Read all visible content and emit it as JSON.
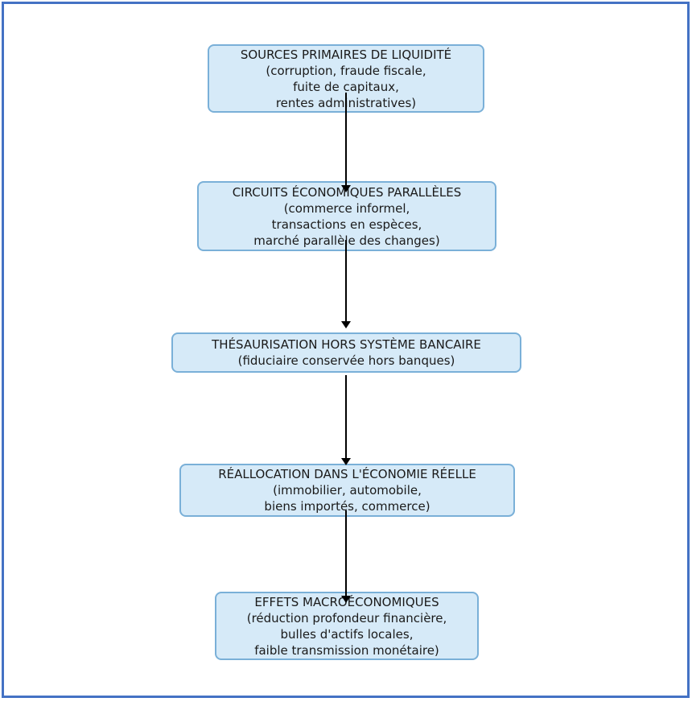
{
  "diagram": {
    "colors": {
      "frame_border": "#4472C4",
      "box_fill": "#D6EAF8",
      "box_border": "#7AB0D8",
      "arrow_color": "#000000",
      "text_color": "#1A1A1A"
    },
    "nodes": [
      {
        "title": "SOURCES PRIMAIRES DE LIQUIDITÉ",
        "lines": [
          "(corruption, fraude fiscale,",
          "fuite de capitaux,",
          "rentes administratives)"
        ]
      },
      {
        "title": "CIRCUITS ÉCONOMIQUES PARALLÈLES",
        "lines": [
          "(commerce informel,",
          "transactions en espèces,",
          "marché parallèle des changes)"
        ]
      },
      {
        "title": "THÉSAURISATION HORS SYSTÈME BANCAIRE",
        "lines": [
          "(fiduciaire conservée hors banques)"
        ]
      },
      {
        "title": "RÉALLOCATION DANS L'ÉCONOMIE RÉELLE",
        "lines": [
          "(immobilier, automobile,",
          "biens importés, commerce)"
        ]
      },
      {
        "title": "EFFETS MACROÉCONOMIQUES",
        "lines": [
          "(réduction profondeur financière,",
          "bulles d'actifs locales,",
          "faible transmission monétaire)"
        ]
      }
    ],
    "arrows": [
      {
        "from": "node-sources-primaires",
        "to": "node-circuits-paralleles"
      },
      {
        "from": "node-circuits-paralleles",
        "to": "node-thesaurisation"
      },
      {
        "from": "node-thesaurisation",
        "to": "node-reallocation"
      },
      {
        "from": "node-reallocation",
        "to": "node-effets-macroeconomiques"
      }
    ]
  }
}
